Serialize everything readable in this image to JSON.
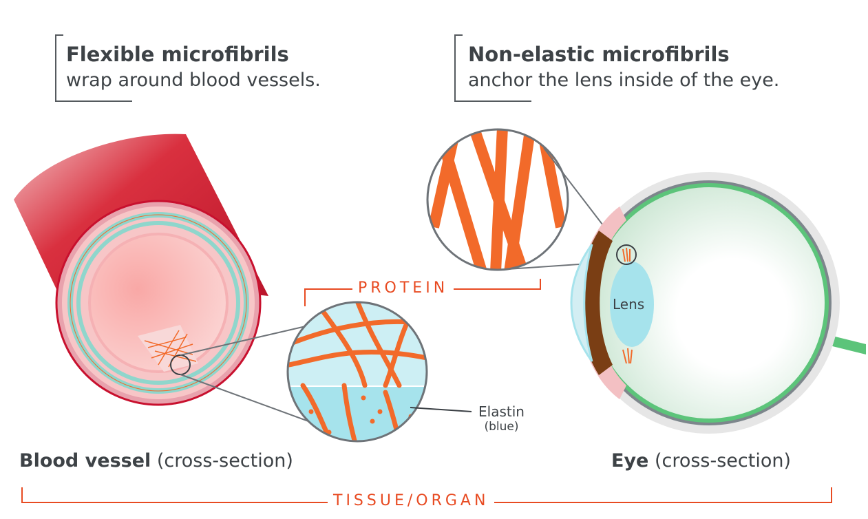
{
  "captions": {
    "left": {
      "title": "Flexible microfibrils",
      "subtitle": "wrap around blood vessels."
    },
    "right": {
      "title": "Non-elastic microfibrils",
      "subtitle": "anchor the lens inside of the eye."
    }
  },
  "labels": {
    "protein": "PROTEIN",
    "tissue_organ": "TISSUE/ORGAN",
    "lens": "Lens",
    "elastin": "Elastin",
    "elastin_note": "(blue)",
    "blood_vessel": "Blood vessel",
    "blood_vessel_note": "(cross-section)",
    "eye": "Eye",
    "eye_note": "(cross-section)"
  },
  "colors": {
    "accent": "#e84b22",
    "fibril": "#f26a2a",
    "vessel_red": "#c8102e",
    "vessel_pink": "#f7c6c7",
    "teal": "#8fd6cc",
    "elastin_blue": "#a6e3ec",
    "eye_green": "#5cc47a",
    "iris_brown": "#7a3e14"
  }
}
